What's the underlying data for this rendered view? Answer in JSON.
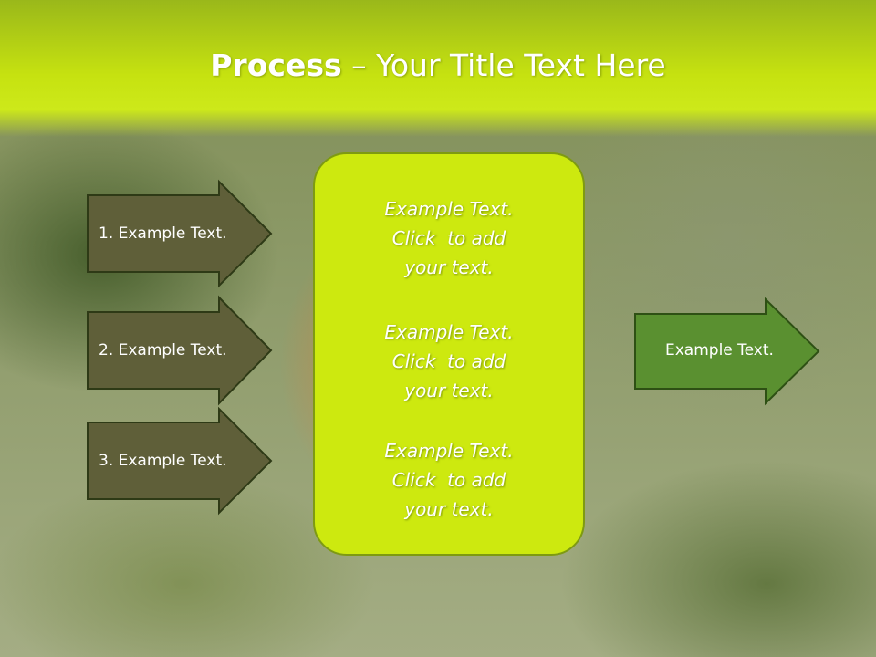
{
  "title": {
    "bold": "Process",
    "rest": " – Your Title Text Here"
  },
  "inputs": [
    {
      "label": "1. Example Text."
    },
    {
      "label": "2. Example Text."
    },
    {
      "label": "3. Example Text."
    }
  ],
  "center_box": {
    "paragraphs": [
      {
        "line1": "Example Text.",
        "line2": "Click  to add",
        "line3": "your text."
      },
      {
        "line1": "Example Text.",
        "line2": "Click  to add",
        "line3": "your text."
      },
      {
        "line1": "Example Text.",
        "line2": "Click  to add",
        "line3": "your text."
      }
    ]
  },
  "output": {
    "label": "Example Text."
  },
  "colors": {
    "input_arrow_fill": "#5f5f39",
    "output_arrow_fill": "#5a9030",
    "box_fill": "#cde90f",
    "box_border": "#7e9a12"
  }
}
